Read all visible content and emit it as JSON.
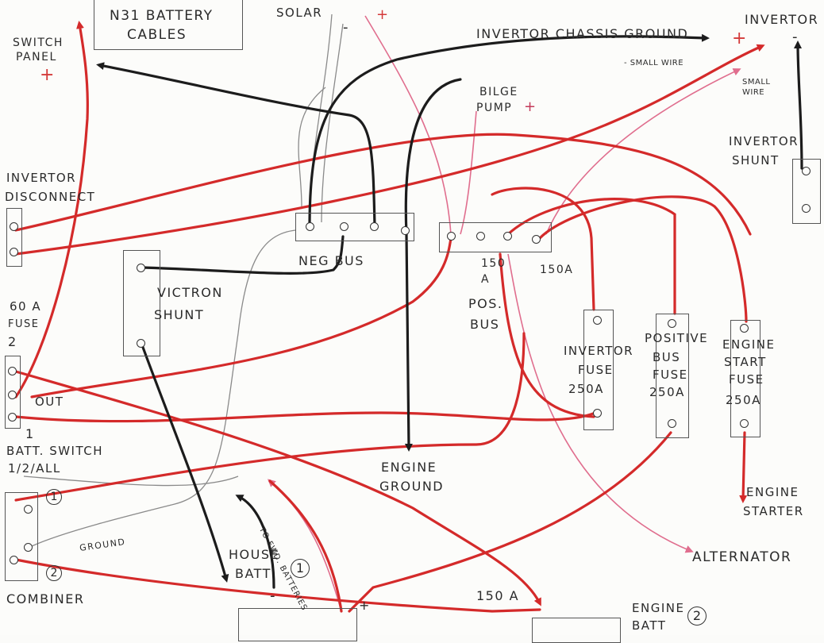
{
  "labels": {
    "title_line1": "N31 BATTERY",
    "title_line2": "CABLES",
    "switch_panel_line1": "SWITCH",
    "switch_panel_line2": "PANEL",
    "solar": "SOLAR",
    "inverter_chassis_ground": "INVERTOR CHASSIS GROUND",
    "inverter": "INVERTOR",
    "small_wire_1": "- SMALL WIRE",
    "small_wire_2_line1": "SMALL",
    "small_wire_2_line2": "WIRE",
    "bilge_pump_line1": "BILGE",
    "bilge_pump_line2": "PUMP",
    "inverter_shunt_line1": "INVERTOR",
    "inverter_shunt_line2": "SHUNT",
    "inverter_disconnect_line1": "INVERTOR",
    "inverter_disconnect_line2": "DISCONNECT",
    "neg_bus": "NEG  BUS",
    "victron_shunt_line1": "VICTRON",
    "victron_shunt_line2": "SHUNT",
    "fuse_150a_left_line1": "150",
    "fuse_150a_left_line2": "A",
    "fuse_150a_right": "150A",
    "pos_bus_line1": "POS.",
    "pos_bus_line2": "BUS",
    "fuse_60a_line1": "60 A",
    "fuse_60a_line2": "FUSE",
    "switch_pos_2": "2",
    "switch_out": "OUT",
    "switch_pos_1": "1",
    "batt_switch_line1": "BATT. SWITCH",
    "batt_switch_line2": "1/2/ALL",
    "inverter_fuse_line1": "INVERTOR",
    "inverter_fuse_line2": "FUSE",
    "inverter_fuse_line3": "250A",
    "positive_bus_fuse_line1": "POSITIVE",
    "positive_bus_fuse_line2": "BUS",
    "positive_bus_fuse_line3": "FUSE",
    "positive_bus_fuse_line4": "250A",
    "engine_start_fuse_line1": "ENGINE",
    "engine_start_fuse_line2": "START",
    "engine_start_fuse_line3": "FUSE",
    "engine_start_fuse_line4": "250A",
    "engine_ground_line1": "ENGINE",
    "engine_ground_line2": "GROUND",
    "engine_starter_line1": "ENGINE",
    "engine_starter_line2": "STARTER",
    "combiner": "COMBINER",
    "combiner_1": "1",
    "combiner_2": "2",
    "ground": "GROUND",
    "house_batt_line1": "HOUSE",
    "house_batt_line2": "BATT",
    "house_batt_num": "1",
    "to_fwd_batteries": "To FWD. BATTERIES",
    "alternator": "ALTERNATOR",
    "fuse_150a_bottom": "150 A",
    "engine_batt_line1": "ENGINE",
    "engine_batt_line2": "BATT",
    "engine_batt_num": "2",
    "plus": "+",
    "minus": "-"
  },
  "colors": {
    "positive_wire": "#d42a2a",
    "negative_wire": "#1c1c1c",
    "small_wire": "#e06e8e",
    "thin_wire": "#8a8a8a"
  }
}
